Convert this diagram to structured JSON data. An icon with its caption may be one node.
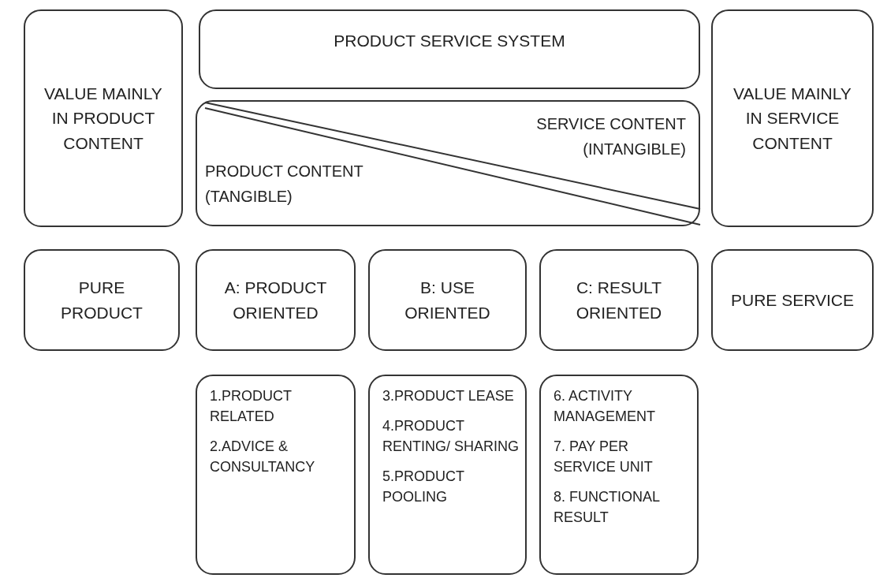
{
  "diagram": {
    "nodes": [
      {
        "text": [
          "VALUE MAINLY IN PRODUCT CONTENT"
        ]
      },
      {
        "text": [
          "PRODUCT SERVICE SYSTEM"
        ]
      },
      {
        "text": [
          "SERVICE CONTENT (INTANGIBLE)",
          "PRODUCT CONTENT (TANGIBLE)"
        ]
      },
      {
        "text": [
          "VALUE MAINLY IN SERVICE CONTENT"
        ]
      },
      {
        "text": [
          "PURE PRODUCT"
        ]
      },
      {
        "text": [
          "A: PRODUCT ORIENTED"
        ]
      },
      {
        "text": [
          "B: USE ORIENTED"
        ]
      },
      {
        "text": [
          "C: RESULT ORIENTED"
        ]
      },
      {
        "text": [
          "PURE SERVICE"
        ]
      },
      {
        "text": [
          "1.PRODUCT RELATED",
          "2.ADVICE & CONSULTANCY"
        ]
      },
      {
        "text": [
          "3.PRODUCT LEASE",
          "4.PRODUCT RENTING/ SHARING",
          "5.PRODUCT POOLING"
        ]
      },
      {
        "text": [
          "6. ACTIVITY MANAGEMENT",
          "7. PAY PER SERVICE UNIT",
          "8. FUNCTIONAL RESULT"
        ]
      }
    ]
  }
}
